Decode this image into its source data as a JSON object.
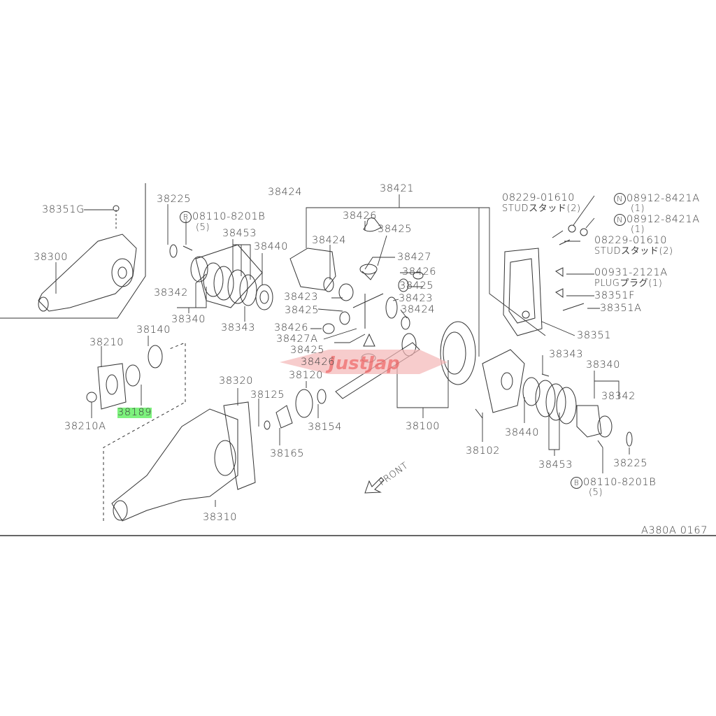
{
  "diagram": {
    "figure_code": "A380A 0167",
    "front_label": "FRONT",
    "watermark": "JustJap",
    "highlight_color": "#7df27d",
    "highlighted_part": "38189",
    "labels": {
      "p38351G": "38351G",
      "p38300": "38300",
      "p38225a": "38225",
      "bolt_a_code": "08110-8201B",
      "bolt_a_qty": "(5)",
      "bolt_a_mark": "B",
      "p38453a": "38453",
      "p38440a": "38440",
      "p38342a": "38342",
      "p38340a": "38340",
      "p38343a": "38343",
      "p38424a": "38424",
      "p38421": "38421",
      "p38426a": "38426",
      "p38425a": "38425",
      "p38424b": "38424",
      "p38427": "38427",
      "p38426b": "38426",
      "p38425b": "38425",
      "p38423a": "38423",
      "p38423b": "38423",
      "p38424c": "38424",
      "p38425c": "38425",
      "p38426c": "38426",
      "p38427A": "38427A",
      "p38425d": "38425",
      "p38426d": "38426",
      "stud_a_code": "08229-01610",
      "stud_a_name": "STUDスタッド(2)",
      "nut_a_mark": "N",
      "nut_a_code": "08912-8421A",
      "nut_a_qty": "(1)",
      "nut_b_mark": "N",
      "nut_b_code": "08912-8421A",
      "nut_b_qty": "(1)",
      "stud_b_code": "08229-01610",
      "stud_b_name": "STUDスタッド(2)",
      "plug_code": "00931-2121A",
      "plug_name": "PLUGプラグ(1)",
      "p38351F": "38351F",
      "p38351A": "38351A",
      "p38351": "38351",
      "p38343b": "38343",
      "p38340b": "38340",
      "p38342b": "38342",
      "p38440b": "38440",
      "p38102": "38102",
      "p38453b": "38453",
      "p38225b": "38225",
      "bolt_b_mark": "B",
      "bolt_b_code": "08110-8201B",
      "bolt_b_qty": "(5)",
      "p38100": "38100",
      "p38154": "38154",
      "p38120": "38120",
      "p38125": "38125",
      "p38165": "38165",
      "p38320": "38320",
      "p38310": "38310",
      "p38140": "38140",
      "p38210": "38210",
      "p38189": "38189",
      "p38210A": "38210A"
    }
  }
}
